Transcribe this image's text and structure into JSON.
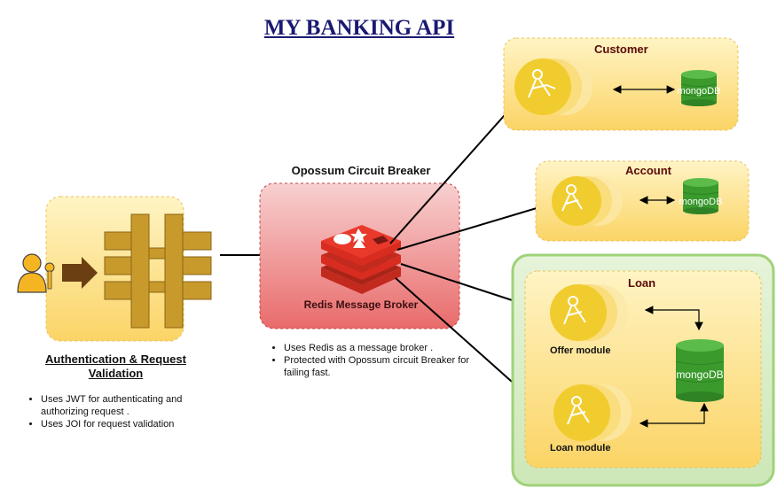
{
  "title": "MY BANKING API",
  "gateway": {
    "title": "Authentication & Request Validation",
    "notes": [
      "Uses JWT for authenticating and authorizing request .",
      "Uses JOI for request validation"
    ]
  },
  "broker": {
    "title": "Opossum Circuit Breaker",
    "label": "Redis Message Broker",
    "notes": [
      "Uses Redis as a message broker  .",
      "Protected with Opossum circuit Breaker for failing fast."
    ]
  },
  "services": {
    "customer": {
      "title": "Customer",
      "db": "mongoDB"
    },
    "account": {
      "title": "Account",
      "db": "mongoDB"
    },
    "loan": {
      "title": "Loan",
      "db": "mongoDB",
      "offer": "Offer module",
      "loan_module": "Loan module"
    }
  },
  "colors": {
    "yellow_panel": "#fde8a0",
    "redis_red": "#d82c20",
    "gateway_gold": "#c89a2c",
    "mongo_green": "#3a9a2c",
    "loan_outer": "#d5ecc2",
    "title_navy": "#1a1a72"
  }
}
